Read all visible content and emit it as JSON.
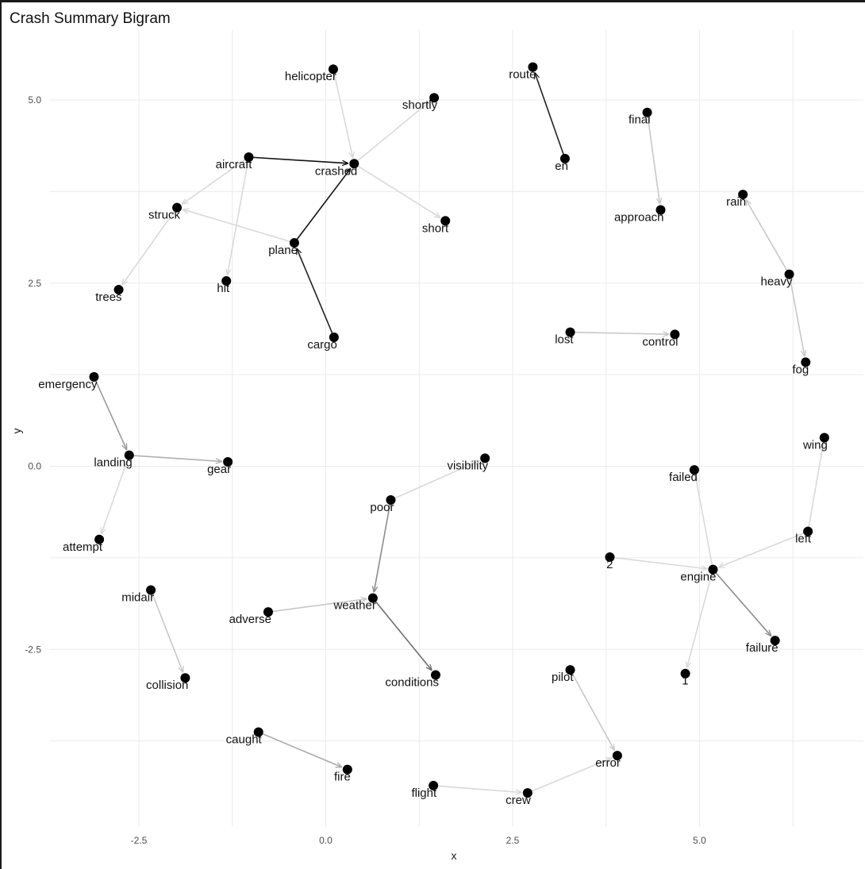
{
  "chart_data": {
    "type": "scatter",
    "subtype": "network-graph",
    "title": "Crash Summary Bigram",
    "xlabel": "x",
    "ylabel": "y",
    "xlim": [
      -3.7,
      7.2
    ],
    "ylim": [
      -4.9,
      5.9
    ],
    "x_ticks": [
      {
        "value": -2.5,
        "label": "-2.5"
      },
      {
        "value": 0,
        "label": "0.0"
      },
      {
        "value": 2.5,
        "label": "2.5"
      },
      {
        "value": 5,
        "label": "5.0"
      }
    ],
    "y_ticks": [
      {
        "value": -2.5,
        "label": "-2.5"
      },
      {
        "value": 0,
        "label": "0.0"
      },
      {
        "value": 2.5,
        "label": "2.5"
      },
      {
        "value": 5,
        "label": "5.0"
      }
    ],
    "grid": true,
    "legend": "none",
    "nodes": [
      {
        "label": "helicopter",
        "x": 0.1,
        "y": 5.42
      },
      {
        "label": "shortly",
        "x": 1.45,
        "y": 5.03
      },
      {
        "label": "aircraft",
        "x": -1.03,
        "y": 4.22
      },
      {
        "label": "crashed",
        "x": 0.38,
        "y": 4.13
      },
      {
        "label": "struck",
        "x": -1.99,
        "y": 3.53
      },
      {
        "label": "short",
        "x": 1.6,
        "y": 3.35
      },
      {
        "label": "plane",
        "x": -0.42,
        "y": 3.05
      },
      {
        "label": "hit",
        "x": -1.33,
        "y": 2.53
      },
      {
        "label": "trees",
        "x": -2.77,
        "y": 2.41
      },
      {
        "label": "cargo",
        "x": 0.11,
        "y": 1.76
      },
      {
        "label": "route",
        "x": 2.77,
        "y": 5.45
      },
      {
        "label": "en",
        "x": 3.2,
        "y": 4.2
      },
      {
        "label": "final",
        "x": 4.3,
        "y": 4.83
      },
      {
        "label": "approach",
        "x": 4.48,
        "y": 3.5
      },
      {
        "label": "rain",
        "x": 5.58,
        "y": 3.71
      },
      {
        "label": "heavy",
        "x": 6.2,
        "y": 2.62
      },
      {
        "label": "fog",
        "x": 6.42,
        "y": 1.42
      },
      {
        "label": "lost",
        "x": 3.27,
        "y": 1.83
      },
      {
        "label": "control",
        "x": 4.67,
        "y": 1.8
      },
      {
        "label": "emergency",
        "x": -3.1,
        "y": 1.22
      },
      {
        "label": "landing",
        "x": -2.63,
        "y": 0.15
      },
      {
        "label": "gear",
        "x": -1.31,
        "y": 0.06
      },
      {
        "label": "attempt",
        "x": -3.03,
        "y": -1.0
      },
      {
        "label": "visibility",
        "x": 2.13,
        "y": 0.11
      },
      {
        "label": "poor",
        "x": 0.87,
        "y": -0.46
      },
      {
        "label": "weather",
        "x": 0.63,
        "y": -1.8
      },
      {
        "label": "adverse",
        "x": -0.77,
        "y": -1.99
      },
      {
        "label": "conditions",
        "x": 1.47,
        "y": -2.85
      },
      {
        "label": "midair",
        "x": -2.34,
        "y": -1.69
      },
      {
        "label": "collision",
        "x": -1.88,
        "y": -2.89
      },
      {
        "label": "caught",
        "x": -0.9,
        "y": -3.63
      },
      {
        "label": "fire",
        "x": 0.29,
        "y": -4.14
      },
      {
        "label": "flight",
        "x": 1.44,
        "y": -4.36
      },
      {
        "label": "crew",
        "x": 2.7,
        "y": -4.46
      },
      {
        "label": "error",
        "x": 3.9,
        "y": -3.95
      },
      {
        "label": "pilot",
        "x": 3.27,
        "y": -2.78
      },
      {
        "label": "wing",
        "x": 6.67,
        "y": 0.39
      },
      {
        "label": "failed",
        "x": 4.93,
        "y": -0.05
      },
      {
        "label": "left",
        "x": 6.45,
        "y": -0.89
      },
      {
        "label": "2",
        "x": 3.8,
        "y": -1.24
      },
      {
        "label": "engine",
        "x": 5.18,
        "y": -1.41
      },
      {
        "label": "failure",
        "x": 6.01,
        "y": -2.38
      },
      {
        "label": "1",
        "x": 4.81,
        "y": -2.83
      }
    ],
    "edges": [
      {
        "from": "helicopter",
        "to": "crashed",
        "shade": "#d9d9d9"
      },
      {
        "from": "crashed",
        "to": "shortly",
        "shade": "#d9d9d9"
      },
      {
        "from": "aircraft",
        "to": "crashed",
        "shade": "#111111"
      },
      {
        "from": "plane",
        "to": "crashed",
        "shade": "#111111"
      },
      {
        "from": "crashed",
        "to": "short",
        "shade": "#d9d9d9"
      },
      {
        "from": "aircraft",
        "to": "struck",
        "shade": "#d9d9d9"
      },
      {
        "from": "plane",
        "to": "struck",
        "shade": "#d9d9d9"
      },
      {
        "from": "aircraft",
        "to": "hit",
        "shade": "#d9d9d9"
      },
      {
        "from": "struck",
        "to": "trees",
        "shade": "#d9d9d9"
      },
      {
        "from": "cargo",
        "to": "plane",
        "shade": "#222222"
      },
      {
        "from": "en",
        "to": "route",
        "shade": "#222222"
      },
      {
        "from": "final",
        "to": "approach",
        "shade": "#c8c8c8"
      },
      {
        "from": "heavy",
        "to": "rain",
        "shade": "#c8c8c8"
      },
      {
        "from": "heavy",
        "to": "fog",
        "shade": "#c8c8c8"
      },
      {
        "from": "lost",
        "to": "control",
        "shade": "#c8c8c8"
      },
      {
        "from": "emergency",
        "to": "landing",
        "shade": "#9a9a9a"
      },
      {
        "from": "landing",
        "to": "gear",
        "shade": "#b0b0b0"
      },
      {
        "from": "landing",
        "to": "attempt",
        "shade": "#d9d9d9"
      },
      {
        "from": "poor",
        "to": "visibility",
        "shade": "#d9d9d9"
      },
      {
        "from": "poor",
        "to": "weather",
        "shade": "#8c8c8c"
      },
      {
        "from": "adverse",
        "to": "weather",
        "shade": "#c8c8c8"
      },
      {
        "from": "weather",
        "to": "conditions",
        "shade": "#6e6e6e"
      },
      {
        "from": "midair",
        "to": "collision",
        "shade": "#c8c8c8"
      },
      {
        "from": "caught",
        "to": "fire",
        "shade": "#aaaaaa"
      },
      {
        "from": "flight",
        "to": "crew",
        "shade": "#d9d9d9"
      },
      {
        "from": "crew",
        "to": "error",
        "shade": "#d9d9d9"
      },
      {
        "from": "pilot",
        "to": "error",
        "shade": "#c8c8c8"
      },
      {
        "from": "left",
        "to": "wing",
        "shade": "#d9d9d9"
      },
      {
        "from": "engine",
        "to": "failed",
        "shade": "#d9d9d9"
      },
      {
        "from": "left",
        "to": "engine",
        "shade": "#d9d9d9"
      },
      {
        "from": "2",
        "to": "engine",
        "shade": "#d9d9d9"
      },
      {
        "from": "engine",
        "to": "failure",
        "shade": "#8c8c8c"
      },
      {
        "from": "engine",
        "to": "1",
        "shade": "#d9d9d9"
      }
    ]
  }
}
